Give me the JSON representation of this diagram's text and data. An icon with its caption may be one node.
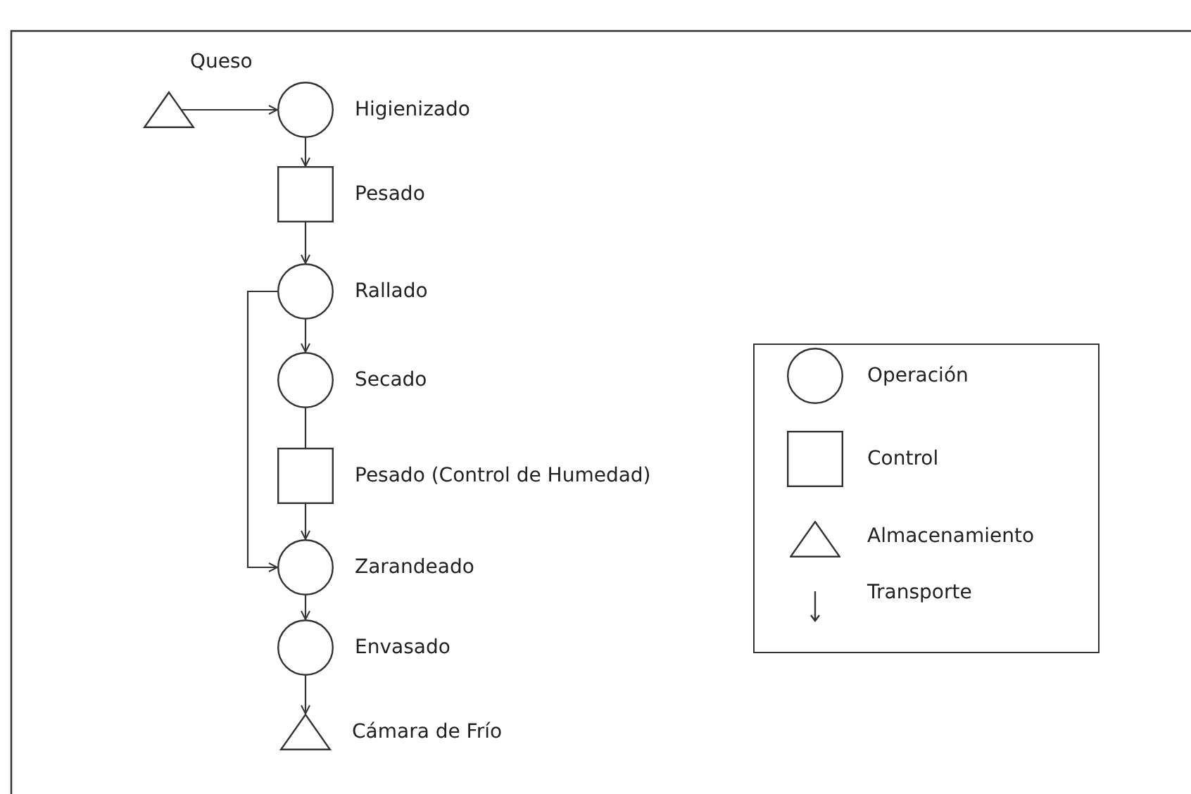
{
  "diagram": {
    "nodes": [
      {
        "text": [
          "Queso"
        ]
      },
      {
        "text": [
          "Higienizado"
        ]
      },
      {
        "text": [
          "Pesado"
        ]
      },
      {
        "text": [
          "Rallado"
        ]
      },
      {
        "text": [
          "Secado"
        ]
      },
      {
        "text": [
          "Pesado (Control de Humedad)"
        ]
      },
      {
        "text": [
          "Zarandeado"
        ]
      },
      {
        "text": [
          "Envasado"
        ]
      },
      {
        "text": [
          "Cámara de Frío"
        ]
      }
    ],
    "edges": [
      {
        "from": 0,
        "to": 1,
        "arrow": "to"
      },
      {
        "from": 1,
        "to": 2,
        "arrow": "to"
      },
      {
        "from": 2,
        "to": 3,
        "arrow": "to"
      },
      {
        "from": 3,
        "to": 4,
        "arrow": "to"
      },
      {
        "from": 4,
        "to": 5,
        "arrow": "none"
      },
      {
        "from": 5,
        "to": 6,
        "arrow": "to"
      },
      {
        "from": 3,
        "to": 6,
        "arrow": "to"
      },
      {
        "from": 6,
        "to": 7,
        "arrow": "to"
      },
      {
        "from": 7,
        "to": 8,
        "arrow": "to"
      }
    ],
    "legend": [
      {
        "text": "Operación"
      },
      {
        "text": "Control"
      },
      {
        "text": "Almacenamiento"
      },
      {
        "text": "Transporte"
      }
    ]
  }
}
